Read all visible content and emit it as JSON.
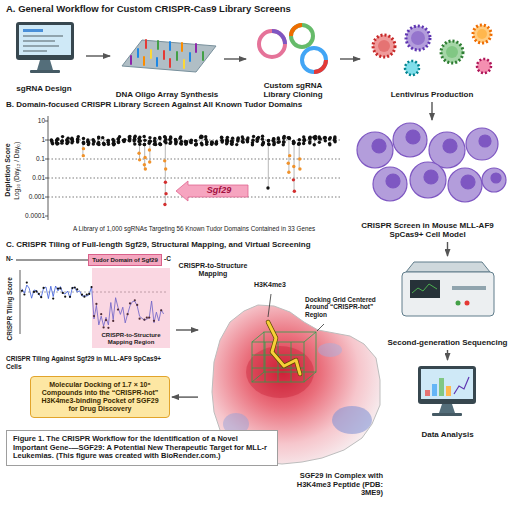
{
  "diagram": {
    "caption": "Figure 1. The CRISPR Workflow for the Identification of a Novel Important Gene-—SGF29: A Potential New Therapeutic Target for MLL-r Leukemias. (This figure was created with BioRender.com.)",
    "nodes": [
      {
        "text": [
          "sgRNA Design"
        ]
      },
      {
        "text": [
          "DNA Oligo Array Synthesis"
        ]
      },
      {
        "text": [
          "Custom sgRNA Library Cloning"
        ]
      },
      {
        "text": [
          "Lentivirus Production"
        ]
      },
      {
        "text": [
          "CRISPR Screen in Mouse MLL-AF9 SpCas9+ Cell Model"
        ]
      },
      {
        "text": [
          "Second-generation Sequencing"
        ]
      },
      {
        "text": [
          "Data Analysis"
        ]
      },
      {
        "text": [
          "CRISPR Tiling Against Sgf29 in MLL-AF9 SpCas9+ Cells"
        ]
      },
      {
        "text": [
          "Tudor Domain of Sgf29"
        ],
        "in": 7
      },
      {
        "text": [
          "CRISPR-to-Structure Mapping Region"
        ],
        "in": 7
      },
      {
        "text": [
          "SGF29 in Complex with H3K4me3 Peptide (PDB: 3ME9)"
        ]
      },
      {
        "text": [
          "Molecular Docking of 1.7 × 10⁶ Compounds into the “CRISPR-hot” H3K4me3-binding Pocket of SGF29 for Drug Discovery"
        ]
      }
    ],
    "edges": [
      {
        "from": 0,
        "to": 1,
        "arrow": "to"
      },
      {
        "from": 1,
        "to": 2,
        "arrow": "to"
      },
      {
        "from": 2,
        "to": 3,
        "arrow": "to"
      },
      {
        "from": 3,
        "to": 4,
        "arrow": "to"
      },
      {
        "from": 4,
        "to": 5,
        "arrow": "to"
      },
      {
        "from": 5,
        "to": 6,
        "arrow": "to"
      },
      {
        "from": 7,
        "to": 10,
        "arrow": "to",
        "label": "CRISPR-to-Structure Mapping"
      },
      {
        "from": 10,
        "to": 11,
        "arrow": "to"
      }
    ],
    "labels": [
      "A. General Workflow for Custom CRISPR-Cas9 Library Screens",
      "B. Domain-focused CRISPR Library Screen Against All Known Tudor Domains",
      "Depletion Score",
      "Log₁₀ (Day₁₂ / Day₀)",
      "10",
      "1",
      "0.1",
      "0.01",
      "0.001",
      "0.0001",
      "Sgf29",
      "A Library of 1,000 sgRNAs Targeting 56 Known Tudor Domains Contained in 33 Genes",
      "C. CRISPR Tiling of Full-length Sgf29, Structural Mapping, and Virtual Screening",
      "N-",
      "-C",
      "CRISPR Tiling Score",
      "H3K4me3",
      "Docking Grid Centered Around “CRISPR-hot” Region"
    ]
  }
}
